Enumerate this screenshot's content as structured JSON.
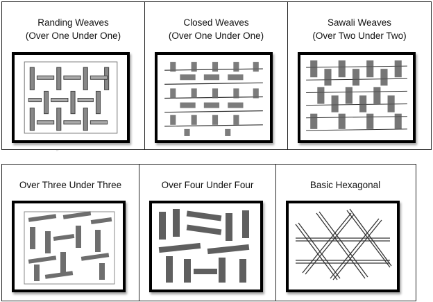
{
  "panels": [
    {
      "title_line1": "Randing Weaves",
      "title_line2": "(Over One Under One)",
      "pattern_icon": "randing-weave-pattern"
    },
    {
      "title_line1": "Closed Weaves",
      "title_line2": "(Over One Under One)",
      "pattern_icon": "closed-weave-pattern"
    },
    {
      "title_line1": "Sawali Weaves",
      "title_line2": "(Over Two Under Two)",
      "pattern_icon": "sawali-weave-pattern"
    },
    {
      "title_line1": "Over Three Under Three",
      "pattern_icon": "over-three-under-three-pattern"
    },
    {
      "title_line1": "Over Four Under Four",
      "pattern_icon": "over-four-under-four-pattern"
    },
    {
      "title_line1": "Basic Hexagonal",
      "pattern_icon": "basic-hexagonal-pattern"
    }
  ]
}
